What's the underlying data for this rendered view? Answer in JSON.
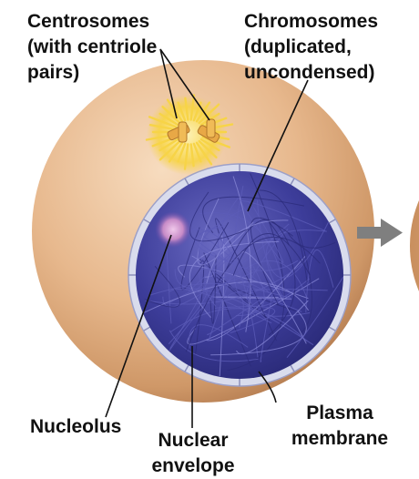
{
  "labels": {
    "centrosomes": {
      "line1": "Centrosomes",
      "line2": "(with centriole",
      "line3": "pairs)"
    },
    "chromosomes": {
      "line1": "Chromosomes",
      "line2": "(duplicated,",
      "line3": "uncondensed)"
    },
    "nucleolus": "Nucleolus",
    "nuclear_envelope": {
      "line1": "Nuclear",
      "line2": "envelope"
    },
    "plasma_membrane": {
      "line1": "Plasma",
      "line2": "membrane"
    }
  },
  "colors": {
    "cytoplasm": "#e7b88d",
    "cytoplasm_edge": "#b77f53",
    "nucleus": "#3a3a94",
    "nuclear_envelope": "#d9dced",
    "nucleolus": "#c78bc7",
    "centrosome": "#f7d447",
    "centriole": "#e8a846",
    "arrow": "#7f7f7f",
    "leader_line": "#111111"
  }
}
